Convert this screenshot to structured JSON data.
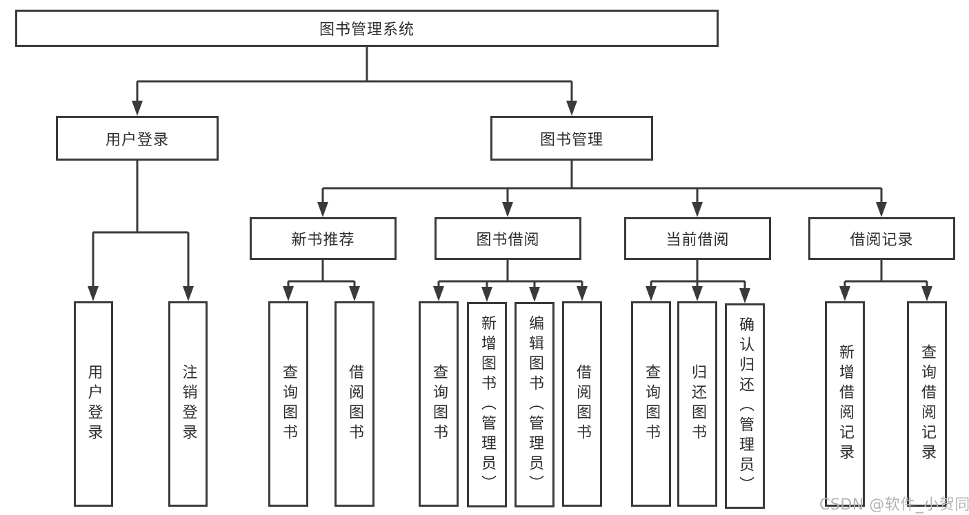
{
  "tree": {
    "label": "图书管理系统",
    "children": [
      {
        "label": "用户登录",
        "children": [
          {
            "label": "用户登录"
          },
          {
            "label": "注销登录"
          }
        ]
      },
      {
        "label": "图书管理",
        "children": [
          {
            "label": "新书推荐",
            "children": [
              {
                "label": "查询图书"
              },
              {
                "label": "借阅图书"
              }
            ]
          },
          {
            "label": "图书借阅",
            "children": [
              {
                "label": "查询图书"
              },
              {
                "label": "新增图书（管理员）"
              },
              {
                "label": "编辑图书（管理员）"
              },
              {
                "label": "借阅图书"
              }
            ]
          },
          {
            "label": "当前借阅",
            "children": [
              {
                "label": "查询图书"
              },
              {
                "label": "归还图书"
              },
              {
                "label": "确认归还（管理员）"
              }
            ]
          },
          {
            "label": "借阅记录",
            "children": [
              {
                "label": "新增借阅记录"
              },
              {
                "label": "查询借阅记录"
              }
            ]
          }
        ]
      }
    ]
  },
  "watermark": {
    "text": "CSDN @软件_小贺同学"
  },
  "colors": {
    "line": "#3a3a3a",
    "text": "#2e2e2e",
    "watermark": "#b3b3b3",
    "background": "#ffffff"
  }
}
